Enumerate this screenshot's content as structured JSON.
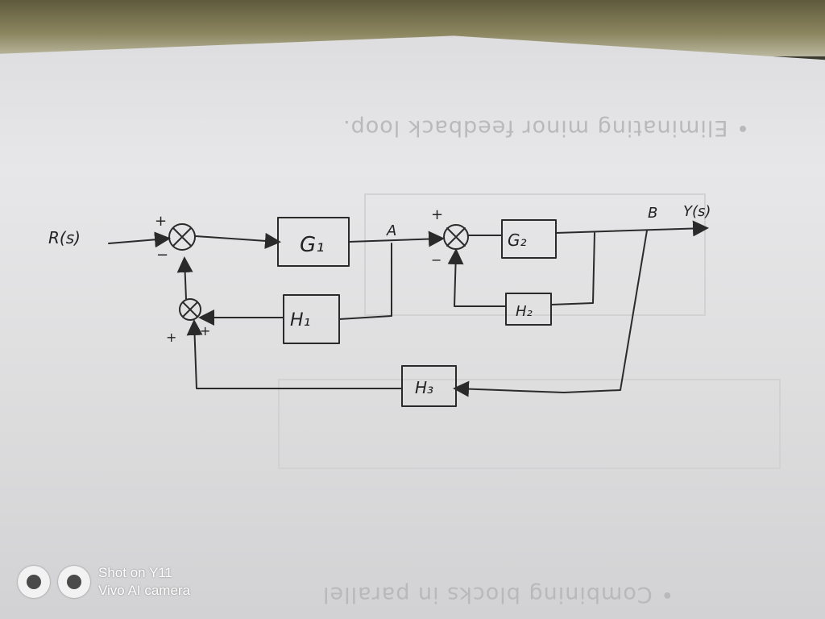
{
  "diagram": {
    "input_label": "R(s)",
    "output_label": "Y(s)",
    "node_a_label": "A",
    "node_b_label": "B",
    "blocks": {
      "g1": "G₁",
      "g2": "G₂",
      "h1": "H₁",
      "h2": "H₂",
      "h3": "H₃"
    },
    "signs": {
      "s1_top": "+",
      "s1_bottom": "−",
      "s2_top": "+",
      "s2_bottom": "−",
      "s3_bottom": "+",
      "s3_right": "+"
    }
  },
  "background_text": {
    "top": "• Eliminating minor feedback loop.",
    "bottom": "• Combining blocks in parallel"
  },
  "watermark": {
    "line1": "Shot on Y11",
    "line2": "Vivo AI camera"
  }
}
